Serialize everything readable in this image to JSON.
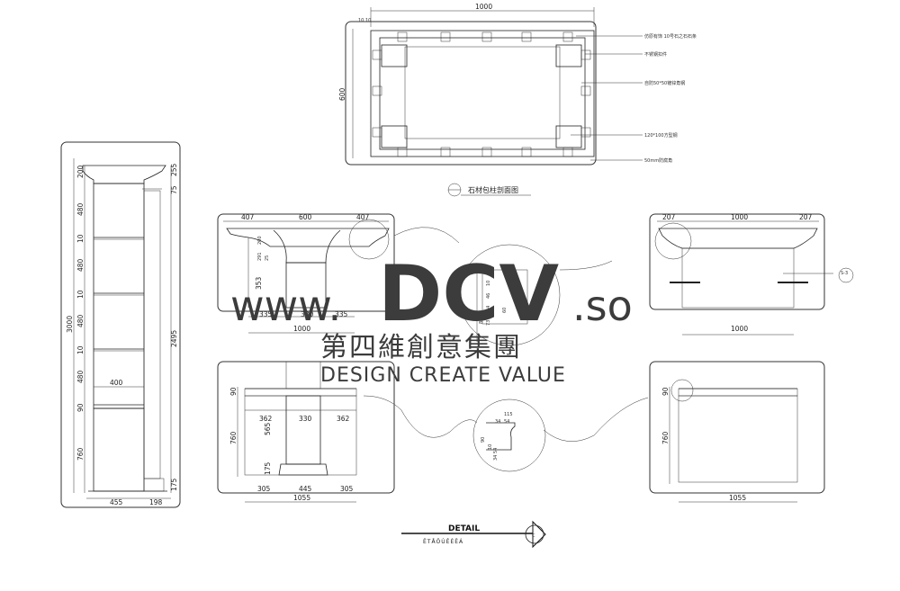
{
  "plan": {
    "width_dim": "1000",
    "height_dim": "600",
    "small_dims": [
      "10",
      "10"
    ],
    "title": "石材包柱剖面图",
    "callouts": [
      "仿原有饰 10号石之石石条",
      "不锈钢扣件",
      "自防50*50镀锌角钢",
      "120*100方型钢",
      "50mm防腐角"
    ]
  },
  "left_elevation": {
    "total": "3000",
    "right_total": "2495",
    "segments": [
      "200",
      "480",
      "10",
      "480",
      "10",
      "480",
      "10",
      "480",
      "90",
      "760"
    ],
    "right_top": [
      "255",
      "75"
    ],
    "right_bottom": "175",
    "shaft_width": "400",
    "bottom_dims": [
      "455",
      "198"
    ]
  },
  "detail_top_left": {
    "top_dims": [
      "407",
      "600",
      "407"
    ],
    "bottom_dims": [
      "335",
      "330",
      "335"
    ],
    "bottom_total": "1000",
    "left_dims": [
      "200",
      "291",
      "25",
      "353"
    ]
  },
  "detail_top_right": {
    "top_dims": [
      "207",
      "1000",
      "207"
    ],
    "bottom_total": "1000",
    "section_tag": "S-3"
  },
  "detail_bottom_left": {
    "top_dims": [
      "362",
      "330",
      "362"
    ],
    "left_dims": [
      "90",
      "760",
      "565",
      "175"
    ],
    "bottom_dims": [
      "305",
      "445",
      "305"
    ],
    "bottom_total": "1055"
  },
  "detail_bottom_right": {
    "left_dims": [
      "90",
      "760"
    ],
    "bottom_total": "1055"
  },
  "zoom_center": {
    "dims": [
      "10",
      "46",
      "54",
      "85",
      "73",
      "60"
    ]
  },
  "zoom_bottom": {
    "dims": [
      "115",
      "34",
      "54",
      "90",
      "10",
      "54",
      "34"
    ]
  },
  "watermark": {
    "main": "www.DCV.so",
    "chinese": "第四維創意集團",
    "tagline": "DESIGN CREATE VALUE"
  },
  "detail_label": {
    "title": "DETAIL",
    "subtitle": "ÊTÅÖÙÊÉÊÁ",
    "tag": "C"
  }
}
